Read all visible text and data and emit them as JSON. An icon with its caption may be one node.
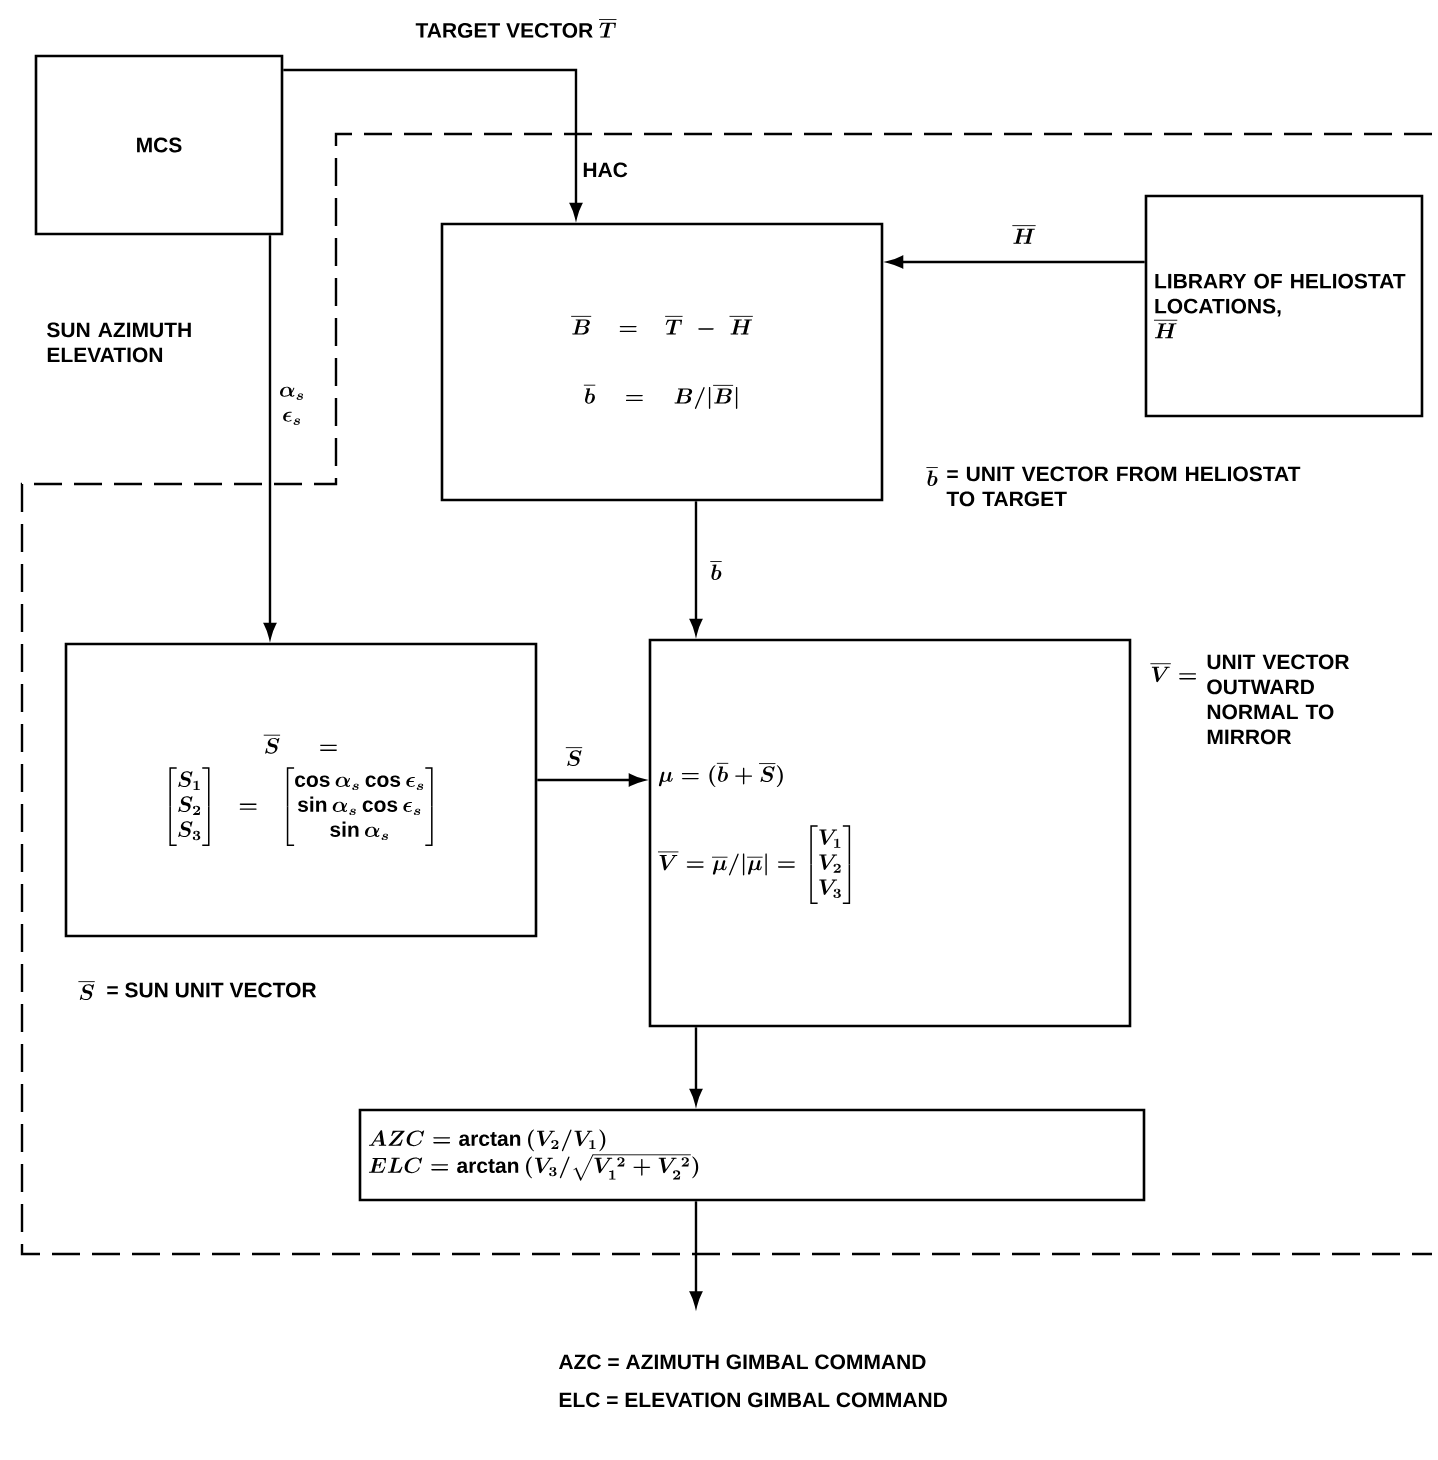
{
  "diagram": {
    "nodes": [
      {
        "text": [
          "MCS"
        ]
      },
      {
        "text": [
          "HAC"
        ]
      },
      {
        "text": [
          "\\overline{B} = \\overline{T} - \\overline{H}",
          "\\overline{b} = B/|\\overline{B}|"
        ],
        "in": 1
      },
      {
        "text": [
          "LIBRARY OF HELIOSTAT LOCATIONS,",
          "\\overline{H}"
        ],
        "in": 1
      },
      {
        "text": [
          "\\overline{S} =",
          "\\begin{bmatrix}S_1\\\\ S_2\\\\ S_3\\end{bmatrix} = \\begin{bmatrix}\\cos\\alpha_s\\cos\\epsilon_s\\\\ \\sin\\alpha_s\\cos\\epsilon_s\\\\ \\sin\\alpha_s\\end{bmatrix}"
        ],
        "beside": [
          "\\overline{S}",
          "= SUN UNIT VECTOR"
        ],
        "in": 1
      },
      {
        "text": [
          "\\mu = (\\overline{b} + \\overline{S})",
          "\\overline{V} = \\overline{\\mu}/|\\overline{\\mu}| = \\begin{bmatrix}V_1\\\\ V_2\\\\ V_3\\end{bmatrix}"
        ],
        "beside": [
          "\\overline{V} =",
          "UNIT VECTOR OUTWARD NORMAL TO MIRROR"
        ],
        "in": 1
      },
      {
        "text": [
          "AZC = \\arctan\\,(V_2/V_1)",
          "ELC = \\arctan\\,(V_3/\\sqrt{V_1^{\\,2} + V_2^{\\,2}})"
        ],
        "in": 1
      }
    ],
    "edges": [
      {
        "from": 0,
        "to": 2,
        "arrow": "to",
        "label": "\\text{TARGET VECTOR }\\overline{T}"
      },
      {
        "from": 0,
        "to": 4,
        "arrow": "to",
        "label": "\\begin{matrix}\\alpha_s\\\\ \\epsilon_s\\end{matrix}"
      },
      {
        "from": 3,
        "to": 2,
        "arrow": "to",
        "label": "\\overline{H}"
      },
      {
        "from": 2,
        "to": 5,
        "arrow": "to",
        "label": "\\overline{b}"
      },
      {
        "from": 4,
        "to": 5,
        "arrow": "to",
        "label": "\\overline{S}"
      },
      {
        "from": 5,
        "to": 6,
        "arrow": "to"
      },
      {
        "from": 6,
        "to": null,
        "arrow": "to"
      }
    ],
    "labels": [
      "SUN AZIMUTH ELEVATION",
      "\\overline{b}",
      "= UNIT VECTOR FROM HELIOSTAT TO TARGET",
      "AZC = AZIMUTH GIMBAL COMMAND",
      "ELC = ELEVATION GIMBAL COMMAND"
    ]
  }
}
